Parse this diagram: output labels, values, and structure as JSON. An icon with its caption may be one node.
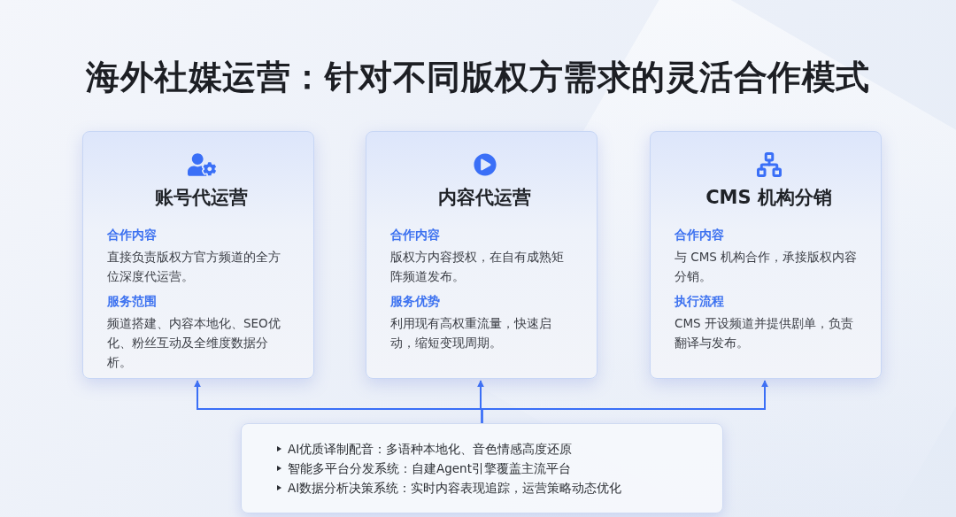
{
  "diagram": {
    "title": "海外社媒运营：针对不同版权方需求的灵活合作模式",
    "nodes": [
      {
        "text": [
          "账号代运营",
          "合作内容",
          "直接负责版权方官方频道的全方位深度代运营。",
          "服务范围",
          "频道搭建、内容本地化、SEO优化、粉丝互动及全维度数据分析。"
        ]
      },
      {
        "text": [
          "内容代运营",
          "合作内容",
          "版权方内容授权，在自有成熟矩阵频道发布。",
          "服务优势",
          "利用现有高权重流量，快速启动，缩短变现周期。"
        ]
      },
      {
        "text": [
          "CMS 机构分销",
          "合作内容",
          "与 CMS 机构合作，承接版权内容分销。",
          "执行流程",
          "CMS 开设频道并提供剧单，负责翻译与发布。"
        ]
      },
      {
        "text": [
          "AI优质译制配音：多语种本地化、音色情感高度还原",
          "智能多平台分发系统：自建Agent引擎覆盖主流平台",
          "AI数据分析决策系统：实时内容表现追踪，运营策略动态优化"
        ]
      }
    ],
    "edges": [
      {
        "from": 3,
        "to": 0,
        "arrow": "to"
      },
      {
        "from": 3,
        "to": 1,
        "arrow": "to"
      },
      {
        "from": 3,
        "to": 2,
        "arrow": "to"
      }
    ]
  }
}
